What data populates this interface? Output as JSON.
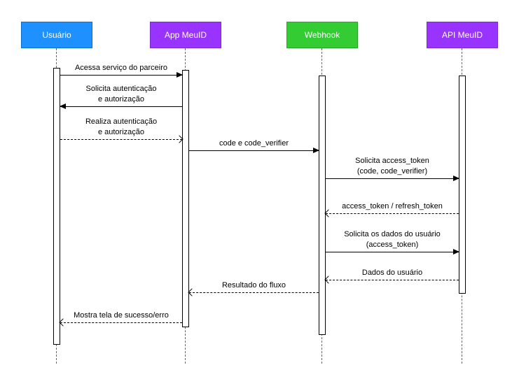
{
  "diagram": {
    "type": "sequence",
    "actors": [
      {
        "label": "Usuário",
        "color": "#1E90FF",
        "border": "#0B6FC9"
      },
      {
        "label": "App MeuID",
        "color": "#9933FF",
        "border": "#7A29CC"
      },
      {
        "label": "Webhook",
        "color": "#33CC33",
        "border": "#28A428"
      },
      {
        "label": "API MeuID",
        "color": "#9933FF",
        "border": "#7A29CC"
      }
    ],
    "messages": [
      {
        "label": "Acessa serviço do parceiro",
        "from": "Usuário",
        "to": "App MeuID",
        "line": "solid",
        "direction": "right"
      },
      {
        "label": "Solicita autenticação\ne autorização",
        "from": "App MeuID",
        "to": "Usuário",
        "line": "solid",
        "direction": "left"
      },
      {
        "label": "Realiza autenticação\ne autorização",
        "from": "Usuário",
        "to": "App MeuID",
        "line": "dashed",
        "direction": "right"
      },
      {
        "label": "code e code_verifier",
        "from": "App MeuID",
        "to": "Webhook",
        "line": "solid",
        "direction": "right"
      },
      {
        "label": "Solicita access_token\n(code, code_verifier)",
        "from": "Webhook",
        "to": "API MeuID",
        "line": "solid",
        "direction": "right"
      },
      {
        "label": "access_token / refresh_token",
        "from": "API MeuID",
        "to": "Webhook",
        "line": "dashed",
        "direction": "left"
      },
      {
        "label": "Solicita os dados do usuário\n(access_token)",
        "from": "Webhook",
        "to": "API MeuID",
        "line": "solid",
        "direction": "right"
      },
      {
        "label": "Dados do usuário",
        "from": "API MeuID",
        "to": "Webhook",
        "line": "dashed",
        "direction": "left"
      },
      {
        "label": "Resultado do fluxo",
        "from": "Webhook",
        "to": "App MeuID",
        "line": "dashed",
        "direction": "left"
      },
      {
        "label": "Mostra tela de sucesso/erro",
        "from": "App MeuID",
        "to": "Usuário",
        "line": "dashed",
        "direction": "left"
      }
    ]
  }
}
